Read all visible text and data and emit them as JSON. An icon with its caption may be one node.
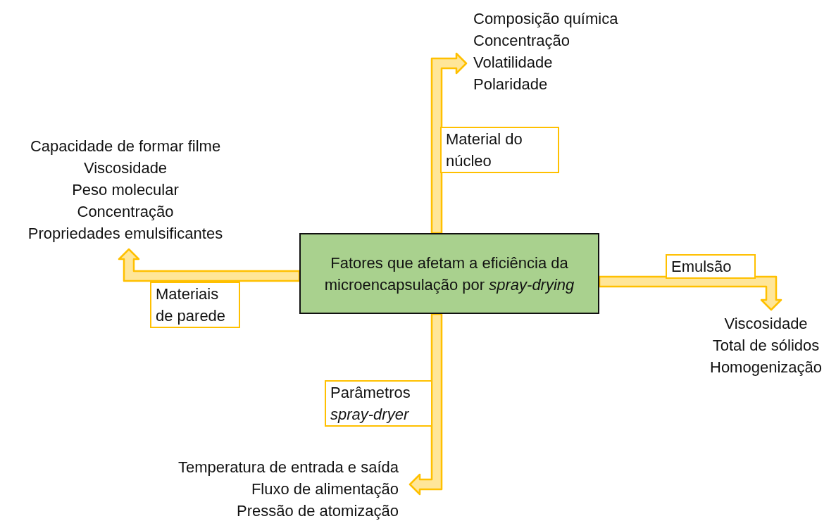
{
  "diagram": {
    "nodes": [
      {
        "text": [
          "Fatores que afetam a eficiência da microencapsulação por *spray-drying*"
        ]
      },
      {
        "text": [
          "Composição química",
          "Concentração",
          "Volatilidade",
          "Polaridade"
        ]
      },
      {
        "text": [
          "Capacidade de formar filme",
          "Viscosidade",
          "Peso molecular",
          "Concentração",
          "Propriedades emulsificantes"
        ]
      },
      {
        "text": [
          "Viscosidade",
          "Total de sólidos",
          "Homogenização"
        ]
      },
      {
        "text": [
          "Temperatura de entrada e saída",
          "Fluxo de alimentação",
          "Pressão de atomização"
        ]
      }
    ],
    "edges": [
      {
        "from": 0,
        "to": 1,
        "arrow": "to",
        "label": "Material do núcleo"
      },
      {
        "from": 0,
        "to": 2,
        "arrow": "to",
        "label": "Materiais de parede"
      },
      {
        "from": 0,
        "to": 3,
        "arrow": "to",
        "label": "Emulsão"
      },
      {
        "from": 0,
        "to": 4,
        "arrow": "to",
        "label": "Parâmetros *spray-dryer*"
      }
    ]
  }
}
